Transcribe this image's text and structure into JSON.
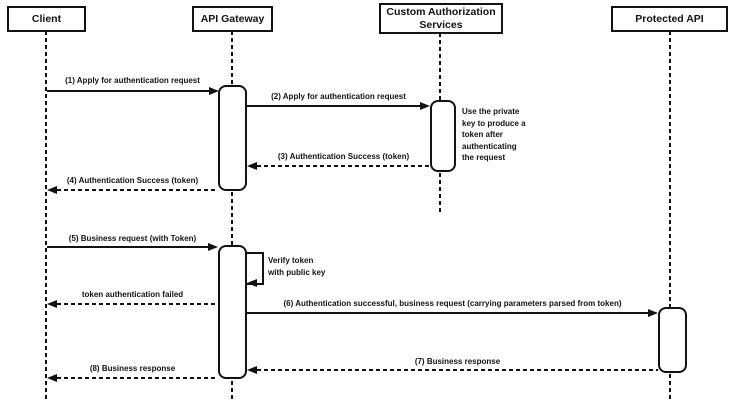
{
  "diagram_type": "uml-sequence-diagram",
  "colors": {
    "stroke": "#121212",
    "background": "#ffffff",
    "shape_fill": "#ffffff"
  },
  "actors": [
    {
      "id": "client",
      "label": "Client"
    },
    {
      "id": "api-gateway",
      "label": "API Gateway"
    },
    {
      "id": "custom-authorization-services",
      "label": "Custom Authorization\nServices"
    },
    {
      "id": "protected-api",
      "label": "Protected API"
    }
  ],
  "messages": [
    {
      "label": "(1) Apply for authentication request",
      "from": "client",
      "to": "api-gateway",
      "line": "solid"
    },
    {
      "label": "(2) Apply for authentication request",
      "from": "api-gateway",
      "to": "custom-authorization-services",
      "line": "solid"
    },
    {
      "label": "(3) Authentication Success (token)",
      "from": "custom-authorization-services",
      "to": "api-gateway",
      "line": "dashed"
    },
    {
      "label": "(4) Authentication Success (token)",
      "from": "api-gateway",
      "to": "client",
      "line": "dashed"
    },
    {
      "label": "(5) Business request (with Token)",
      "from": "client",
      "to": "api-gateway",
      "line": "solid"
    },
    {
      "label": "Verify token\nwith public key",
      "from": "api-gateway",
      "to": "api-gateway",
      "line": "solid",
      "type": "self-message"
    },
    {
      "label": "token authentication failed",
      "from": "api-gateway",
      "to": "client",
      "line": "dashed"
    },
    {
      "label": "(6) Authentication successful, business request (carrying parameters parsed from token)",
      "from": "api-gateway",
      "to": "protected-api",
      "line": "solid"
    },
    {
      "label": "(7) Business response",
      "from": "protected-api",
      "to": "api-gateway",
      "line": "dashed"
    },
    {
      "label": "(8) Business response",
      "from": "api-gateway",
      "to": "client",
      "line": "dashed"
    }
  ],
  "note": {
    "text": "Use the private\nkey to produce a\ntoken after\nauthenticating\nthe request",
    "attached_to": "custom-authorization-services"
  }
}
